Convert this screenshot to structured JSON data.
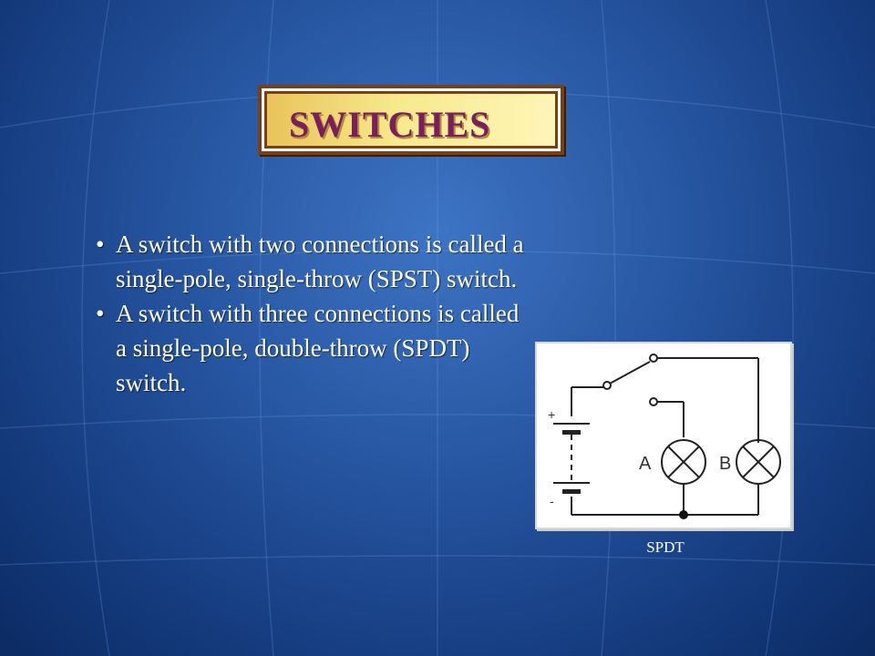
{
  "slide": {
    "title": "SWITCHES",
    "bullet_char": "•",
    "bullets": [
      "A switch with two connections is called a single-pole, single-throw (SPST) switch.",
      "A switch with three connections is called a single-pole, double-throw (SPDT) switch."
    ],
    "caption": "SPDT"
  },
  "diagram": {
    "battery_plus": "+",
    "battery_minus": "-",
    "lamp_a_label": "A",
    "lamp_b_label": "B"
  },
  "colors": {
    "title_text": "#7a1f5e",
    "title_border": "#7a3f12",
    "background": "#1f4b93"
  }
}
